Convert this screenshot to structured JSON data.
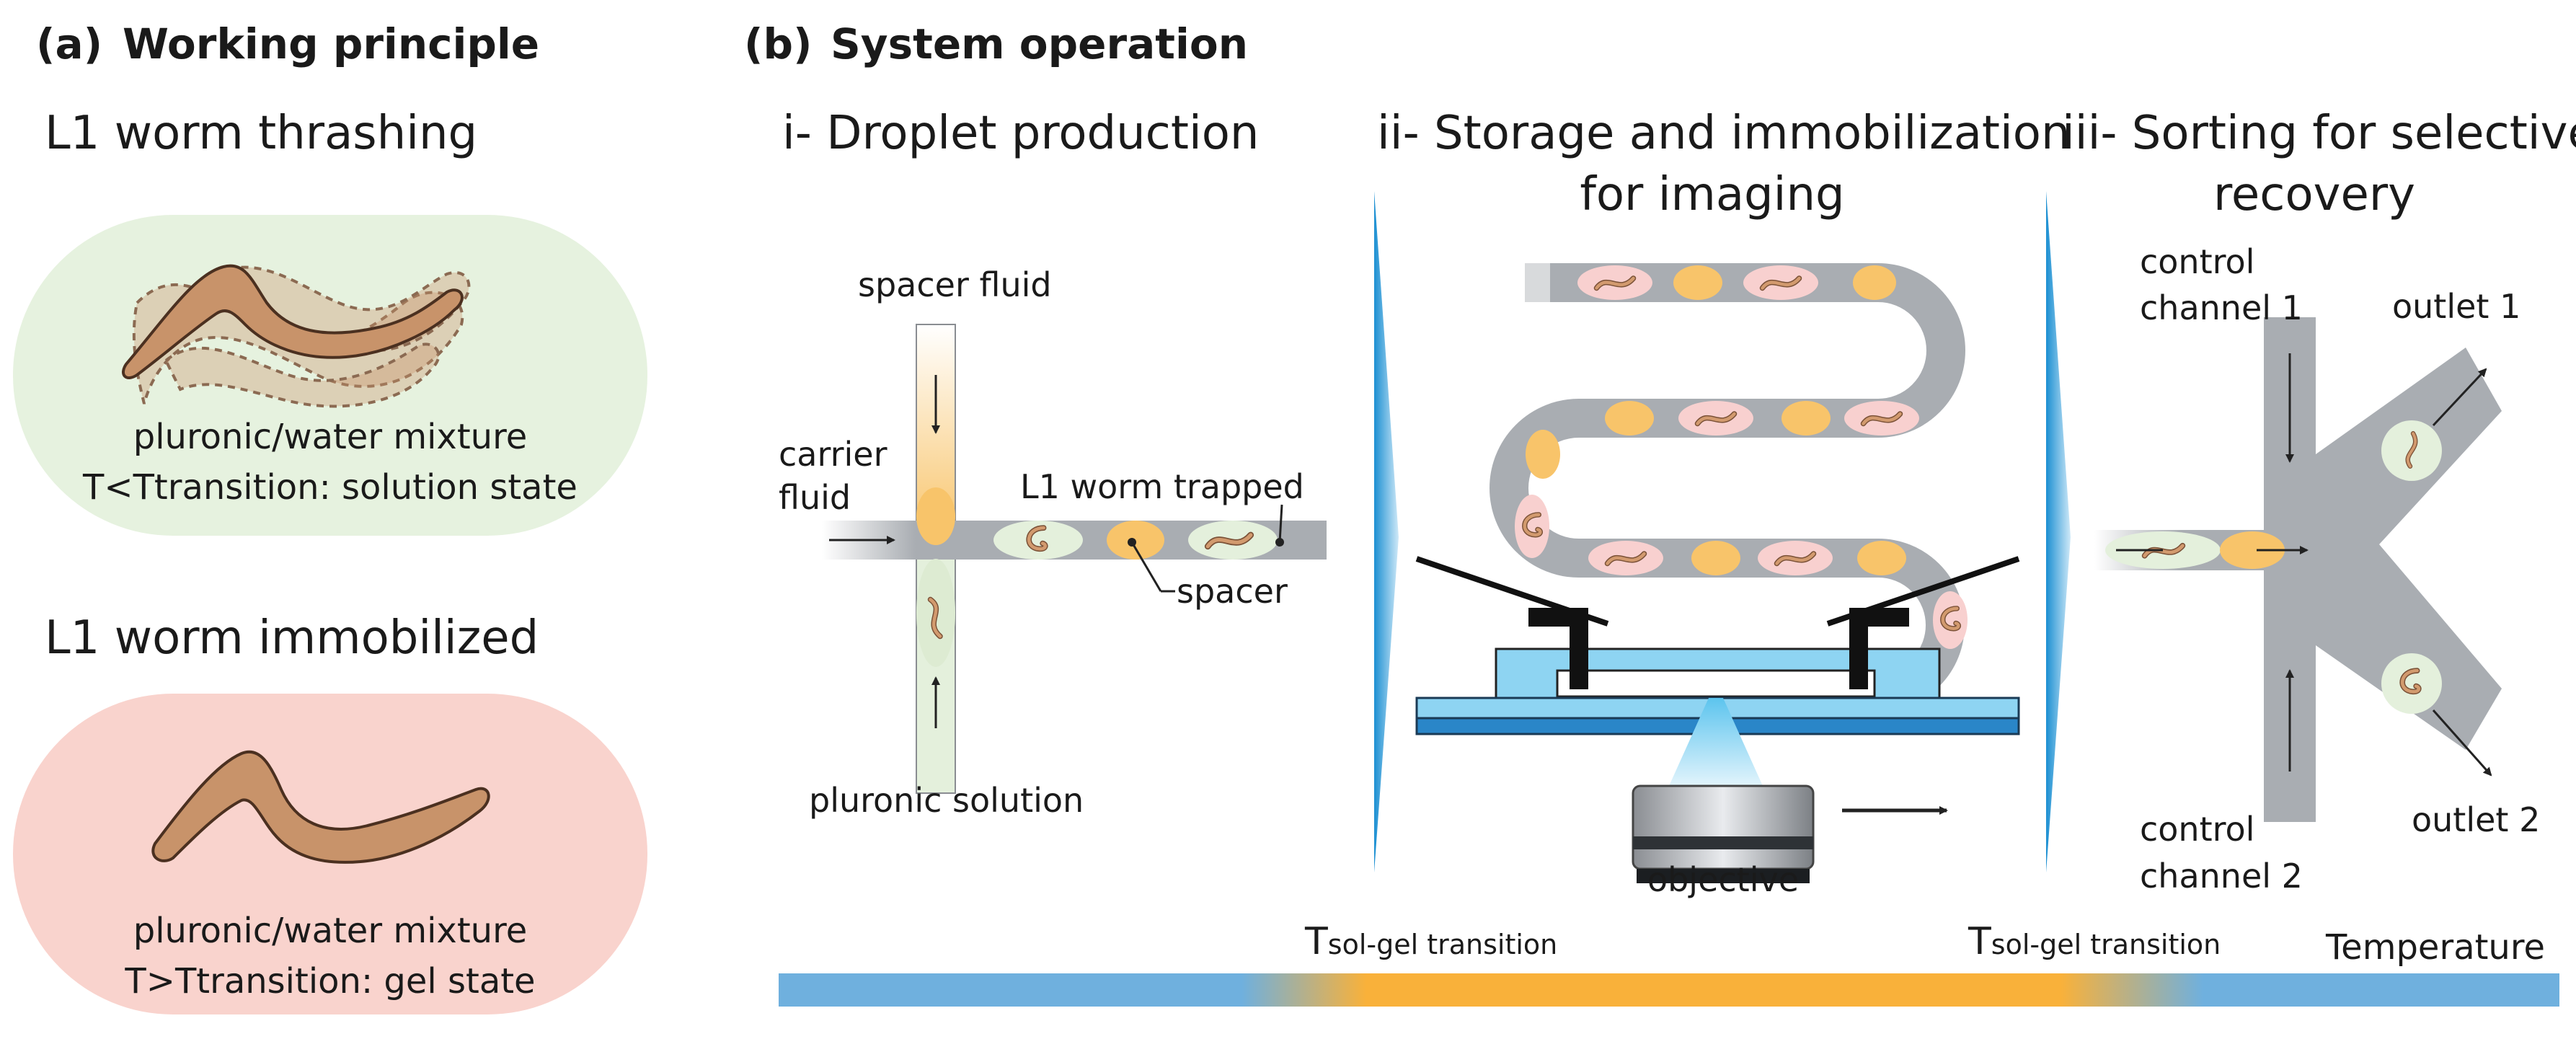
{
  "panel_a": {
    "tag": "(a)",
    "title": "Working principle",
    "top_heading": "L1 worm thrashing",
    "top_line1": "pluronic/water mixture",
    "top_line2": "T<Ttransition: solution state",
    "bottom_heading": "L1 worm immobilized",
    "bottom_line1": "pluronic/water mixture",
    "bottom_line2": "T>Ttransition: gel state",
    "colors": {
      "solution_bg": "#e6f2df",
      "gel_bg": "#f9d3cd",
      "worm": "#c8936a"
    }
  },
  "panel_b": {
    "tag": "(b)",
    "title": "System operation",
    "step1": {
      "title": "i- Droplet production",
      "spacer_fluid": "spacer fluid",
      "carrier_1": "carrier",
      "carrier_2": "fluid",
      "worm_trapped": "L1 worm trapped",
      "spacer": "spacer",
      "pluronic_solution": "pluronic solution"
    },
    "step2": {
      "title_1": "ii- Storage and immobilization",
      "title_2": "for imaging",
      "objective": "objective"
    },
    "step3": {
      "title_1": "iii- Sorting for selective",
      "title_2": "recovery",
      "control1_1": "control",
      "control1_2": "channel 1",
      "outlet1": "outlet 1",
      "control2_1": "control",
      "control2_2": "channel 2",
      "outlet2": "outlet 2"
    },
    "temperature_bar": {
      "t_symbol": "T",
      "t_sub": "sol-gel transition",
      "label": "Temperature",
      "colors": {
        "cold": "#6fb0de",
        "warm": "#f9b13a"
      }
    },
    "colors": {
      "channel": "#a9adb2",
      "spacer_drop": "#f8c46a",
      "pluronic_drop": "#e4f0dc",
      "gel_drop": "#f8d0cf",
      "divider": "#1b8fd2"
    }
  }
}
